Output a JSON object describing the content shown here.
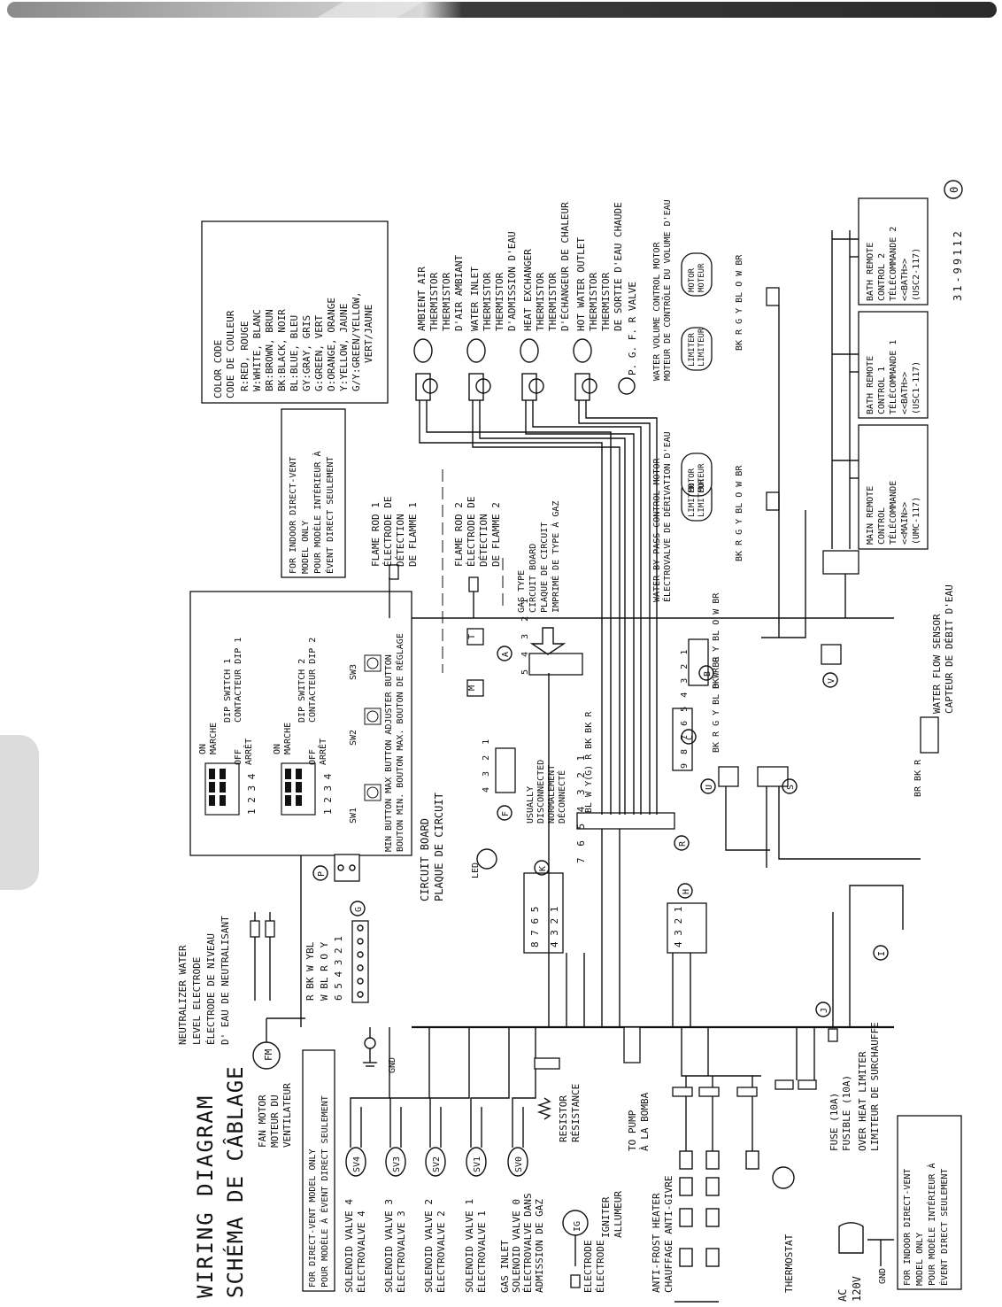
{
  "header": {
    "accent": "#2b2b2b",
    "tab_color": "#dcdcdc"
  },
  "title": {
    "en": "WIRING DIAGRAM",
    "fr": "SCHÉMA DE CÂBLAGE"
  },
  "doc_number": "31-99112",
  "revision": "0",
  "color_code": {
    "heading": [
      "COLOR CODE",
      "CODE DE COULEUR"
    ],
    "entries": [
      "R:RED, ROUGE",
      "W:WHITE, BLANC",
      "BR:BROWN, BRUN",
      "BK:BLACK, NOIR",
      "BL:BLUE, BLEU",
      "GY:GRAY, GRIS",
      "G:GREEN, VERT",
      "O:ORANGE, ORANGE",
      "Y:YELLOW, JAUNE",
      "G/Y:GREEN/YELLOW,",
      "VERT/JAUNE"
    ]
  },
  "notes": {
    "indoor_top": [
      "FOR INDOOR DIRECT-VENT",
      "MODEL ONLY",
      "POUR MODÈLE INTÉRIEUR À",
      "ÉVENT DIRECT SEULEMENT"
    ],
    "direct_vent": [
      "FOR DIRECT-VENT MODEL ONLY",
      "POUR MODÈLE À ÉVENT DIRECT SEULEMENT"
    ],
    "indoor_bottom": [
      "FOR INDOOR DIRECT-VENT",
      "MODEL ONLY",
      "POUR MODÈLE INTÉRIEUR À",
      "ÉVENT DIRECT SEULEMENT"
    ]
  },
  "components": {
    "fan_motor": [
      "FAN MOTOR",
      "MOTEUR DU",
      "VENTILATEUR"
    ],
    "sv4": [
      "SOLENOID VALVE 4",
      "ÉLECTROVALVE 4"
    ],
    "sv3": [
      "SOLENOID VALVE 3",
      "ÉLECTROVALVE 3"
    ],
    "sv2": [
      "SOLENOID VALVE 2",
      "ÉLECTROVALVE 2"
    ],
    "sv1": [
      "SOLENOID VALVE 1",
      "ÉLECTROVALVE 1"
    ],
    "sv0": [
      "GAS INLET",
      "SOLENOID VALVE 0",
      "ÉLECTROVALVE DANS",
      "ADMISSION DE GAZ"
    ],
    "igniter_electrode": [
      "ELECTRODE",
      "ÉLECTRODE"
    ],
    "igniter": [
      "IGNITER",
      "ALLUMEUR"
    ],
    "resistor": [
      "RESISTOR",
      "RÉSISTANCE"
    ],
    "pump": [
      "TO PUMP",
      "À LA BOMBA"
    ],
    "antifrost": [
      "ANTI-FROST HEATER",
      "CHAUFFAGE ANTI-GIVRE"
    ],
    "thermostat": "THERMOSTAT",
    "fuse": [
      "FUSE (10A)",
      "FUSIBLE (10A)"
    ],
    "overheat": [
      "OVER HEAT LIMITER",
      "LIMITEUR DE SURCHAUFFE"
    ],
    "ac": [
      "AC",
      "120V"
    ],
    "gnd": "GND",
    "neutralizer": [
      "NEUTRALIZER WATER",
      "LEVEL ELECTRODE",
      "ÉLECTRODE DE NIVEAU",
      "D' EAU DE NEUTRALISANT"
    ],
    "circuit_board": [
      "CIRCUIT BOARD",
      "PLAQUE DE CIRCUIT"
    ],
    "led": "LED",
    "usually_disconnected": [
      "USUALLY",
      "DISCONNECTED",
      "NORMALEMENT",
      "DÉCONNECTÉ"
    ],
    "flame_rod_1": [
      "FLAME ROD 1",
      "ÉLECTRODE DE",
      "DÉTECTION",
      "DE FLAMME 1"
    ],
    "flame_rod_2": [
      "FLAME ROD 2",
      "ÉLECTRODE DE",
      "DÉTECTION",
      "DE FLAMME 2"
    ],
    "gas_type_board": [
      "GAS TYPE",
      "CIRCUIT BOARD",
      "PLAQUE DE CIRCUIT",
      "IMPRIMÉ DE TYPE À GAZ"
    ],
    "water_flow_sensor": [
      "WATER FLOW SENSOR",
      "CAPTEUR DE DÉBIT D'EAU"
    ],
    "bypass_motor": [
      "WATER BY-PASS CONTROL MOTOR",
      "ÉLECTROVALVE DE DÉRIVATION D'EAU"
    ],
    "volume_motor": [
      "WATER VOLUME CONTROL MOTOR",
      "MOTEUR DE CONTRÔLE DU VOLUME D'EAU"
    ],
    "limiter": [
      "LIMITER",
      "LIMITEUR"
    ],
    "motor": [
      "MOTOR",
      "MOTEUR"
    ],
    "pgfr": "P. G. F. R VALVE",
    "hot_water_outlet": [
      "HOT WATER OUTLET",
      "THERMISTOR",
      "THERMISTOR",
      "DE SORTIE D'EAU CHAUDE"
    ],
    "heat_exchanger": [
      "HEAT EXCHANGER",
      "THERMISTOR",
      "THERMISTOR",
      "D'ÉCHANGEUR DE CHALEUR"
    ],
    "water_inlet": [
      "WATER INLET",
      "THERMISTOR",
      "THERMISTOR",
      "D'ADMISSION D'EAU"
    ],
    "ambient_air": [
      "AMBIENT AIR",
      "THERMISTOR",
      "THERMISTOR",
      "D'AIR AMBIANT"
    ],
    "main_remote": [
      "MAIN REMOTE",
      "CONTROL",
      "TÉLÉCOMMANDE",
      "<<MAIN>>",
      "(UMC-117)"
    ],
    "bath_remote_1": [
      "BATH REMOTE",
      "CONTROL 1",
      "TÉLÉCOMMANDE 1",
      "<<BATH>>",
      "(USC1-117)"
    ],
    "bath_remote_2": [
      "BATH REMOTE",
      "CONTROL 2",
      "TÉLÉCOMMANDE 2",
      "<<BATH>>",
      "(USC2-117)"
    ]
  },
  "switches": {
    "on": [
      "ON",
      "MARCHE"
    ],
    "off": [
      "OFF",
      "ARRÊT"
    ],
    "dip1": [
      "DIP SWITCH 1",
      "CONTACTEUR DIP 1"
    ],
    "dip2": [
      "DIP SWITCH 2",
      "CONTACTEUR DIP 2"
    ],
    "dip_numbers": "1 2 3 4",
    "sw_labels": [
      "SW1",
      "SW2",
      "SW3"
    ],
    "buttons_en": "MIN BUTTON  MAX BUTTON  ADJUSTER BUTTON",
    "buttons_fr": "BOUTON MIN. BOUTON MAX. BOUTON DE RÉGLAGE"
  },
  "connector_labels": [
    "A",
    "B",
    "C",
    "F",
    "G",
    "H",
    "I",
    "J",
    "K",
    "M",
    "P",
    "R",
    "S",
    "T",
    "U",
    "V"
  ],
  "wire_codes": {
    "g_top": "R  BK W YBL",
    "g_mid": "W  BL R  O  Y",
    "g_pins": "6 5 4 3 2 1",
    "r_pins": "7 6 5 4 3 2 1",
    "r_wires": "BL W Y(G) R BK BK R",
    "b_wires": "BK R G Y BL O W BR",
    "c_wires": "BK R G Y BL O W BR",
    "motor_wires": "BK R G Y BL O W BR",
    "sensor_wires": "BR BK R",
    "f_pins": "4 3 2 1",
    "a_pins": "5 4 3 2 1",
    "k_pins_top": "8 7 6 5",
    "k_pins_bot": "4 3 2 1",
    "h_pins": "4 3 2 1",
    "c_pins": "9 8 7 6 5 4 3 2 1"
  }
}
